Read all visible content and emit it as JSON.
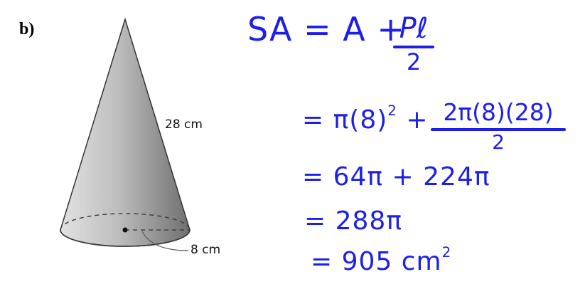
{
  "part_label": "b)",
  "figure": {
    "shape": "cone",
    "slant_label": "28 cm",
    "radius_label": "8 cm"
  },
  "solution": {
    "formula_lhs": "SA = A +",
    "formula_numerator": "Pℓ",
    "formula_denominator": "2",
    "step1_prefix": "= π(8)",
    "step1_exponent": "2",
    "step1_plus": "+",
    "step1_numerator": "2π(8)(28)",
    "step1_denominator": "2",
    "step2": "= 64π + 224π",
    "step3": "= 288π",
    "step4_prefix": "= 905 cm",
    "step4_exponent": "2"
  },
  "colors": {
    "ink": "#1d1ee8",
    "cone_light": "#d6d6d6",
    "cone_dark": "#7a7a7a"
  }
}
